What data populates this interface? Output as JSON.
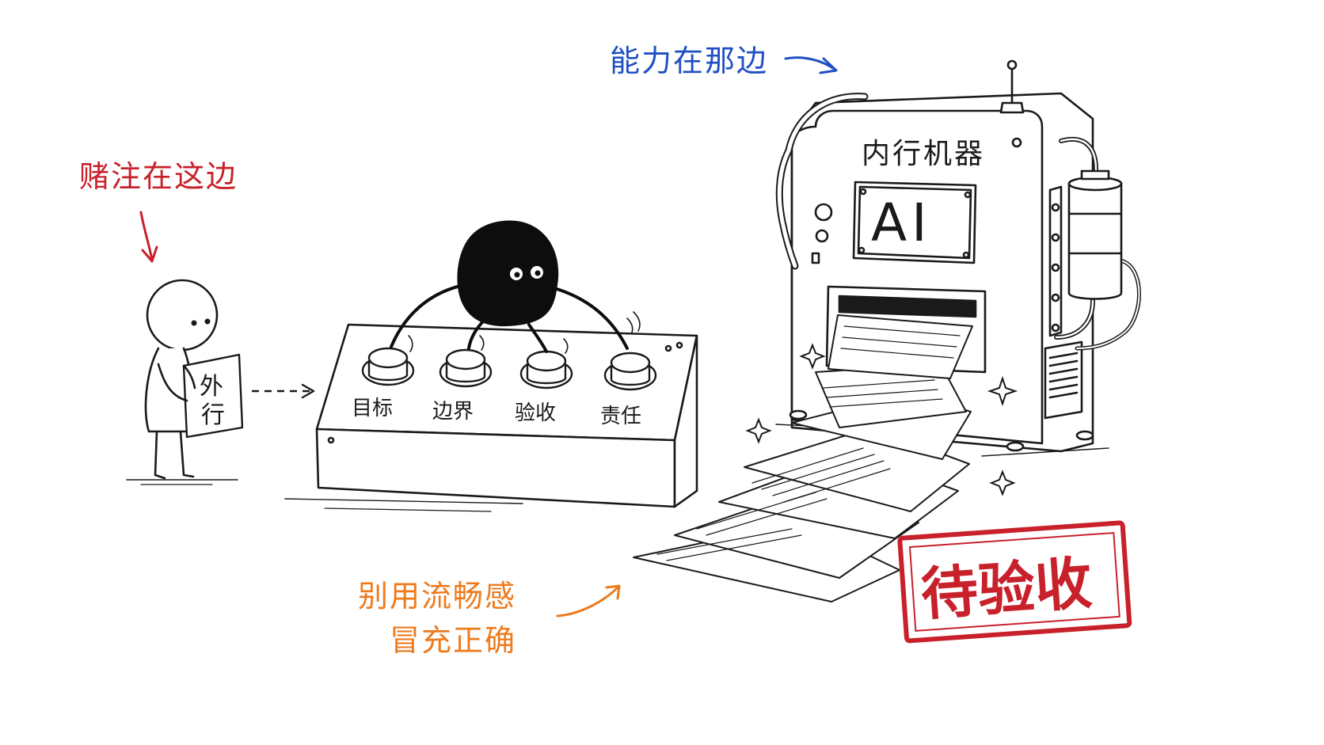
{
  "annotations": {
    "bet_here": "赌注在这边",
    "capability_there": "能力在那边",
    "fluency_line1": "别用流畅感",
    "fluency_line2": "冒充正确"
  },
  "person": {
    "sign_line1": "外",
    "sign_line2": "行"
  },
  "control_box": {
    "knobs": [
      {
        "label": "目标"
      },
      {
        "label": "边界"
      },
      {
        "label": "验收"
      },
      {
        "label": "责任"
      }
    ]
  },
  "machine": {
    "title": "内行机器",
    "screen_label": "AI"
  },
  "stamp": {
    "text": "待验收"
  },
  "colors": {
    "red": "#c8212b",
    "blue": "#1f4fc4",
    "orange": "#ee7a1c",
    "ink": "#1a1a1a"
  }
}
